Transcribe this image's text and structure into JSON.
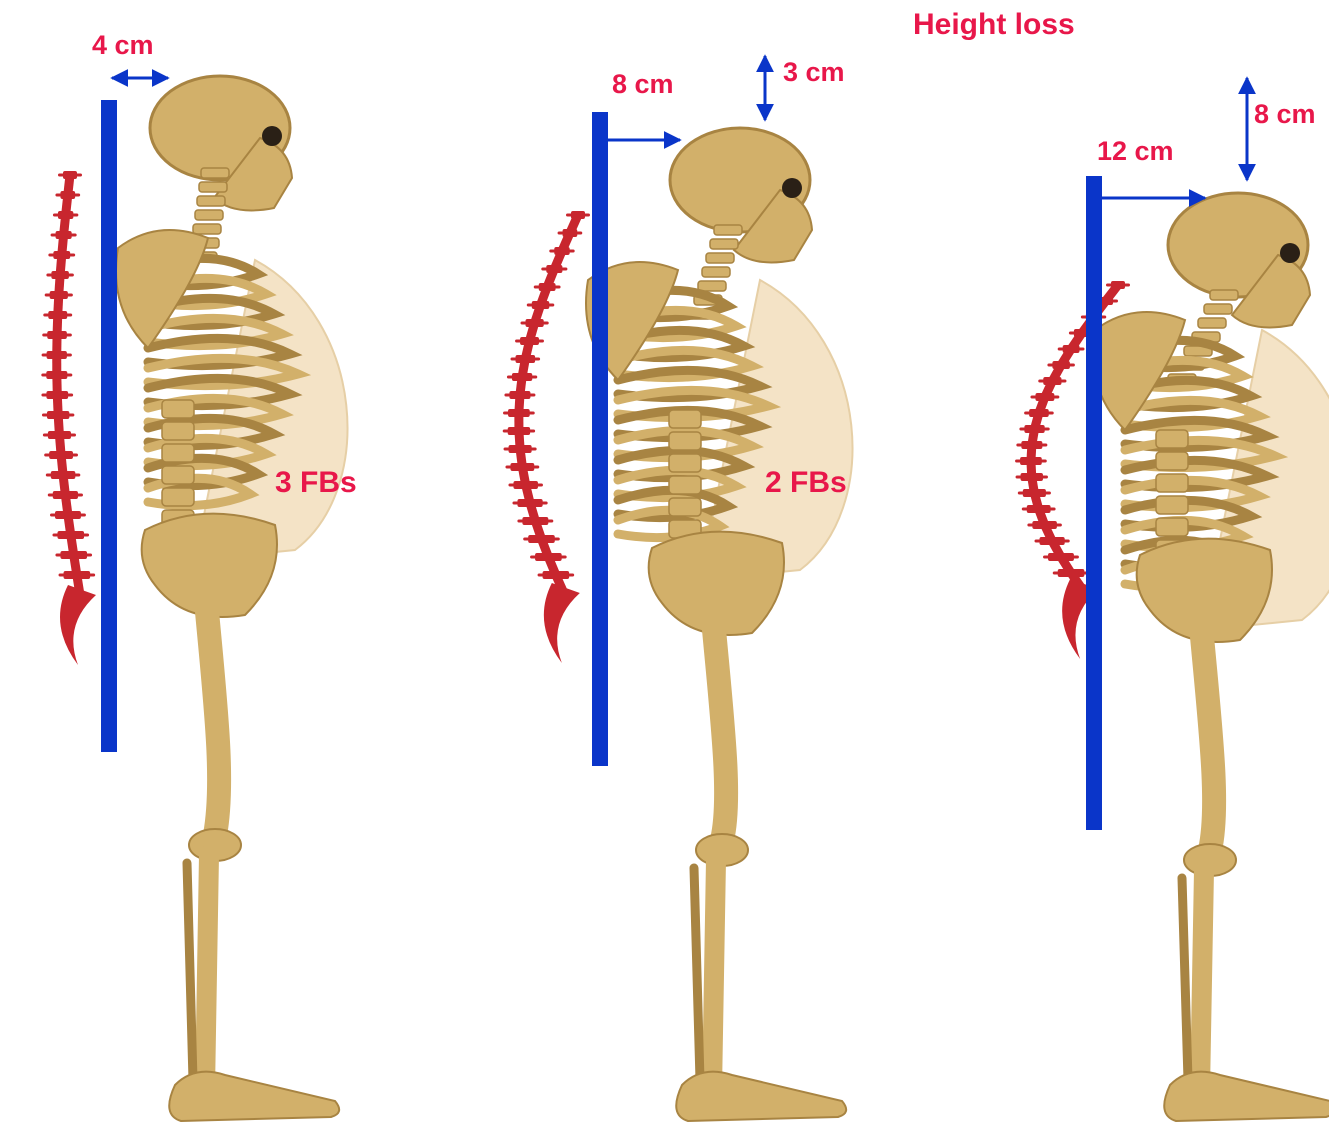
{
  "title": "Height loss",
  "colors": {
    "label": "#e8174a",
    "wall_bar": "#0a35c9",
    "arrow": "#0a35c9",
    "bone": "#d2b06a",
    "bone_shadow": "#a88442",
    "spine_red": "#c8262e",
    "abdomen": "#f4e3c6"
  },
  "figures": [
    {
      "id": "fig1",
      "horizontal_offset_label": "4 cm",
      "height_loss_label": "",
      "fracture_label": "3 FBs"
    },
    {
      "id": "fig2",
      "horizontal_offset_label": "8 cm",
      "height_loss_label": "3 cm",
      "fracture_label": "2 FBs"
    },
    {
      "id": "fig3",
      "horizontal_offset_label": "12 cm",
      "height_loss_label": "8 cm",
      "fracture_label": ""
    }
  ]
}
